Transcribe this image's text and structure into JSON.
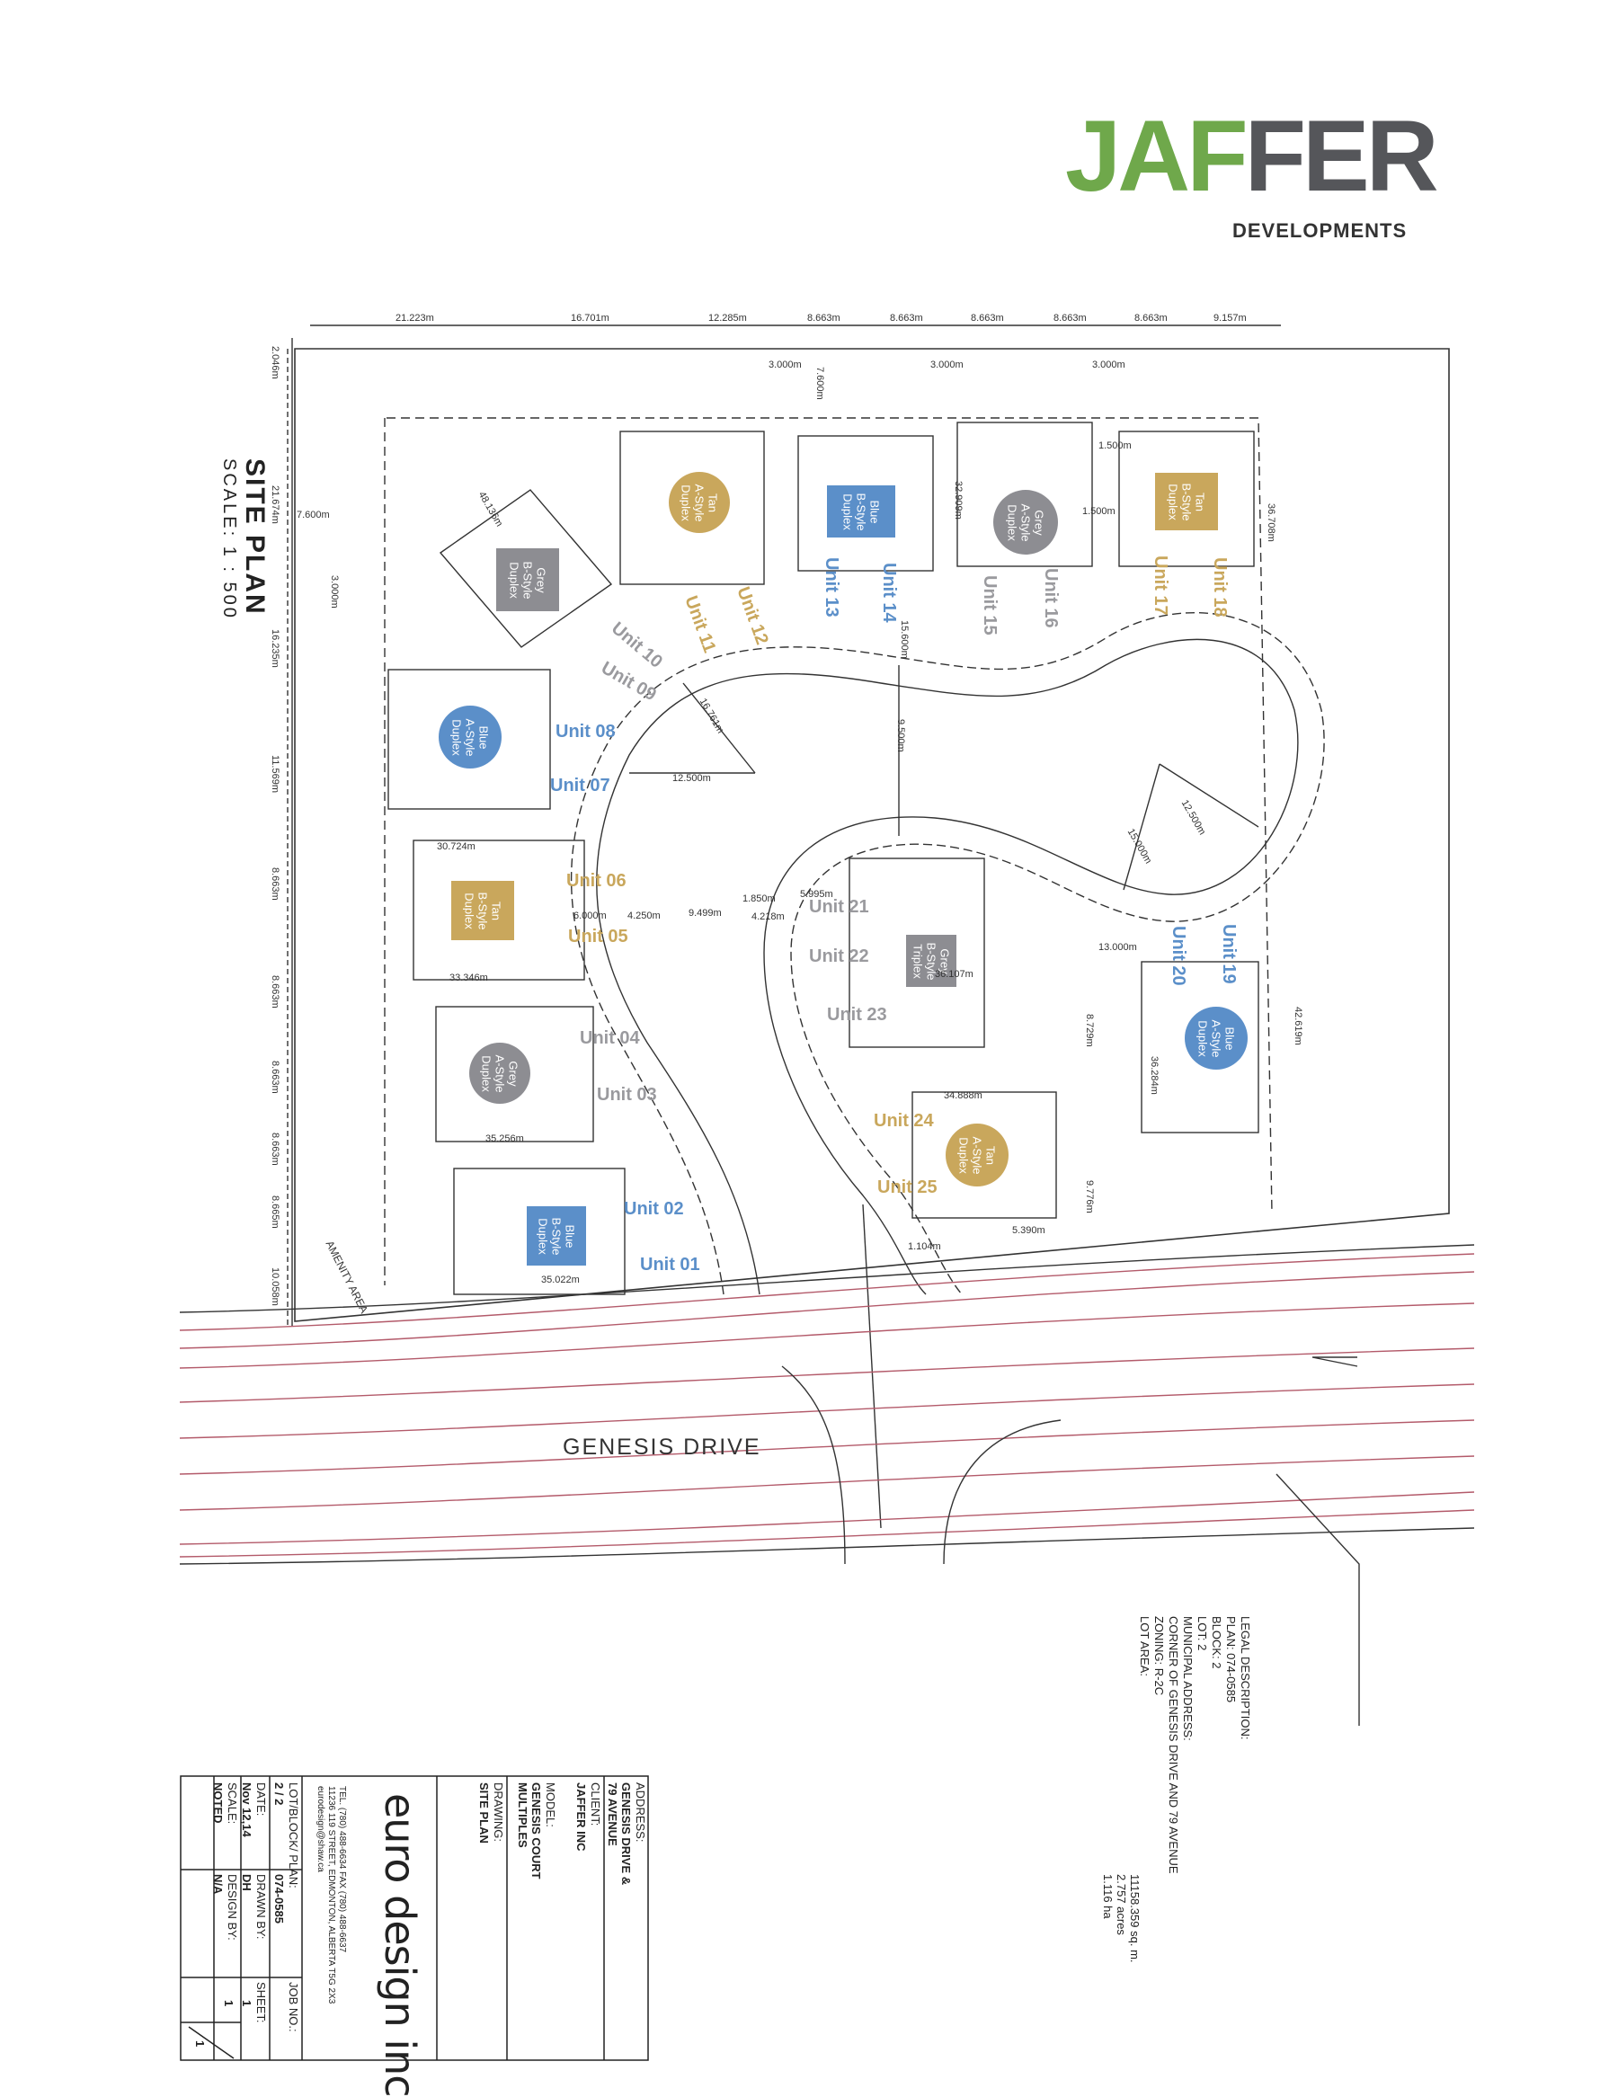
{
  "logo": {
    "letters": [
      {
        "ch": "J",
        "color": "#6fa84b"
      },
      {
        "ch": "A",
        "color": "#6fa84b"
      },
      {
        "ch": "F",
        "color": "#6fa84b"
      },
      {
        "ch": "F",
        "color": "#55565a"
      },
      {
        "ch": "E",
        "color": "#55565a"
      },
      {
        "ch": "R",
        "color": "#55565a"
      }
    ],
    "subtitle": "DEVELOPMENTS"
  },
  "title": {
    "main": "SITE PLAN",
    "scale": "SCALE: 1 : 500"
  },
  "units": [
    {
      "label": "Unit 01",
      "color": "#5b8fc9"
    },
    {
      "label": "Unit 02",
      "color": "#5b8fc9"
    },
    {
      "label": "Unit 03",
      "color": "#9a9a9e"
    },
    {
      "label": "Unit 04",
      "color": "#9a9a9e"
    },
    {
      "label": "Unit 05",
      "color": "#c9a75c"
    },
    {
      "label": "Unit 06",
      "color": "#c9a75c"
    },
    {
      "label": "Unit 07",
      "color": "#5b8fc9"
    },
    {
      "label": "Unit 08",
      "color": "#5b8fc9"
    },
    {
      "label": "Unit 09",
      "color": "#9a9a9e"
    },
    {
      "label": "Unit 10",
      "color": "#9a9a9e"
    },
    {
      "label": "Unit 11",
      "color": "#c9a75c"
    },
    {
      "label": "Unit 12",
      "color": "#c9a75c"
    },
    {
      "label": "Unit 13",
      "color": "#5b8fc9"
    },
    {
      "label": "Unit 14",
      "color": "#5b8fc9"
    },
    {
      "label": "Unit 15",
      "color": "#9a9a9e"
    },
    {
      "label": "Unit 16",
      "color": "#9a9a9e"
    },
    {
      "label": "Unit 17",
      "color": "#c9a75c"
    },
    {
      "label": "Unit 18",
      "color": "#c9a75c"
    },
    {
      "label": "Unit 19",
      "color": "#5b8fc9"
    },
    {
      "label": "Unit 20",
      "color": "#5b8fc9"
    },
    {
      "label": "Unit 21",
      "color": "#9a9a9e"
    },
    {
      "label": "Unit 22",
      "color": "#9a9a9e"
    },
    {
      "label": "Unit 23",
      "color": "#9a9a9e"
    },
    {
      "label": "Unit 24",
      "color": "#c9a75c"
    },
    {
      "label": "Unit 25",
      "color": "#c9a75c"
    }
  ],
  "badges": [
    {
      "lines": [
        "Grey",
        "B-Style",
        "Duplex"
      ],
      "color": "#8d8d92"
    },
    {
      "lines": [
        "Tan",
        "A-Style",
        "Duplex"
      ],
      "color": "#c9a75c"
    },
    {
      "lines": [
        "Blue",
        "B-Style",
        "Duplex"
      ],
      "color": "#5b8fc9"
    },
    {
      "lines": [
        "Grey",
        "A-Style",
        "Duplex"
      ],
      "color": "#8d8d92"
    },
    {
      "lines": [
        "Tan",
        "B-Style",
        "Duplex"
      ],
      "color": "#c9a75c"
    },
    {
      "lines": [
        "Blue",
        "A-Style",
        "Duplex"
      ],
      "color": "#5b8fc9"
    },
    {
      "lines": [
        "Tan",
        "B-Style",
        "Duplex"
      ],
      "color": "#c9a75c"
    },
    {
      "lines": [
        "Grey",
        "B-Style",
        "Triplex"
      ],
      "color": "#8d8d92"
    },
    {
      "lines": [
        "Grey",
        "A-Style",
        "Duplex"
      ],
      "color": "#8d8d92"
    },
    {
      "lines": [
        "Blue",
        "A-Style",
        "Duplex"
      ],
      "color": "#5b8fc9"
    },
    {
      "lines": [
        "Tan",
        "A-Style",
        "Duplex"
      ],
      "color": "#c9a75c"
    },
    {
      "lines": [
        "Blue",
        "B-Style",
        "Duplex"
      ],
      "color": "#5b8fc9"
    }
  ],
  "dimensions": {
    "top": [
      "21.223m",
      "16.701m",
      "12.285m",
      "8.663m",
      "8.663m",
      "8.663m",
      "8.663m",
      "8.663m",
      "9.157m"
    ],
    "left": [
      "2.046m",
      "21.674m",
      "16.235m",
      "11.569m",
      "8.663m",
      "8.663m",
      "8.663m",
      "8.663m",
      "8.665m",
      "10.058m"
    ],
    "misc": [
      "3.000m",
      "3.000m",
      "3.000m",
      "3.000m",
      "7.600m",
      "7.600m",
      "48.136m",
      "30.724m",
      "33.346m",
      "35.256m",
      "35.022m",
      "12.500m",
      "9.499m",
      "16.761m",
      "9.500m",
      "1.850m",
      "6.000m",
      "4.250m",
      "15.000m",
      "12.500m",
      "36.107m",
      "34.888m",
      "36.284m",
      "42.619m",
      "36.708m",
      "5.390m",
      "1.104m",
      "8.729m",
      "9.776m",
      "1.500m",
      "1.500m",
      "5.995m",
      "4.218m",
      "13.000m",
      "15.600m",
      "32.909m"
    ]
  },
  "street": "GENESIS DRIVE",
  "amenity": "AMENITY AREA",
  "legal": {
    "lines": [
      "LEGAL DESCRIPTION:",
      "PLAN: 074-0585",
      "BLOCK: 2",
      "LOT: 2",
      "MUNICIPAL ADDRESS:",
      "CORNER OF GENESIS DRIVE AND 79 AVENUE",
      "ZONING: R-2C",
      "LOT AREA:"
    ],
    "area": [
      "11158.359 sq. m.",
      "2.757 acres",
      "1.116 ha"
    ]
  },
  "title_block": {
    "address_label": "ADDRESS:",
    "address": [
      "GENESIS DRIVE &",
      "79 AVENUE"
    ],
    "client_label": "CLIENT:",
    "client": "JAFFER INC",
    "model_label": "MODEL:",
    "model": [
      "GENESIS COURT",
      "MULTIPLES"
    ],
    "drawing_label": "DRAWING:",
    "drawing": "SITE PLAN",
    "firm": "euro design inc",
    "firm_contact": [
      "TEL. (780) 488-6634   FAX (780) 488-6637",
      "11236 119 STREET, EDMONTON, ALBERTA T5G 2X3",
      "eurodesign@shaw.ca"
    ],
    "lot_block_plan_label": "LOT/BLOCK/ PLAN:",
    "lot_block_plan": "2 / 2",
    "plan_no": "074-0585",
    "job_no_label": "JOB NO.:",
    "date_label": "DATE:",
    "date": "Nov 12,14",
    "drawn_by_label": "DRAWN BY:",
    "drawn_by": "DH",
    "sheet_label": "SHEET:",
    "sheet": "1",
    "scale_label": "SCALE:",
    "scale": "NOTED",
    "design_by_label": "DESIGN BY:",
    "design_by": "N/A",
    "sheet_of": "1",
    "sheet_total": "1"
  }
}
